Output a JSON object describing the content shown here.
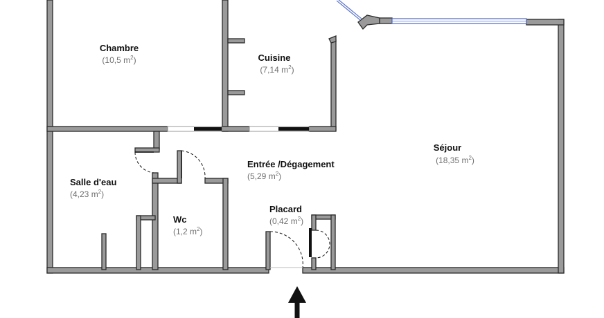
{
  "rooms": [
    {
      "id": "chambre",
      "name": "Chambre",
      "area": "10,5",
      "unit": "m",
      "exp": "2"
    },
    {
      "id": "cuisine",
      "name": "Cuisine",
      "area": "7,14",
      "unit": "m",
      "exp": "2"
    },
    {
      "id": "sejour",
      "name": "Séjour",
      "area": "18,35",
      "unit": "m",
      "exp": "2"
    },
    {
      "id": "entree",
      "name": "Entrée /Dégagement",
      "area": "5,29",
      "unit": "m",
      "exp": "2"
    },
    {
      "id": "salle-deau",
      "name": "Salle d'eau",
      "area": "4,23",
      "unit": "m",
      "exp": "2"
    },
    {
      "id": "wc",
      "name": "Wc",
      "area": "1,2",
      "unit": "m",
      "exp": "2"
    },
    {
      "id": "placard",
      "name": "Placard",
      "area": "0,42",
      "unit": "m",
      "exp": "2"
    }
  ],
  "colors": {
    "wall_fill": "#9a9a9a",
    "wall_stroke": "#2a2a2a",
    "window": "#5b74c8",
    "door_block": "#111111",
    "text": "#111111",
    "area_text": "#6e6e6e"
  },
  "icons": {
    "entrance": "entrance-arrow-icon"
  }
}
